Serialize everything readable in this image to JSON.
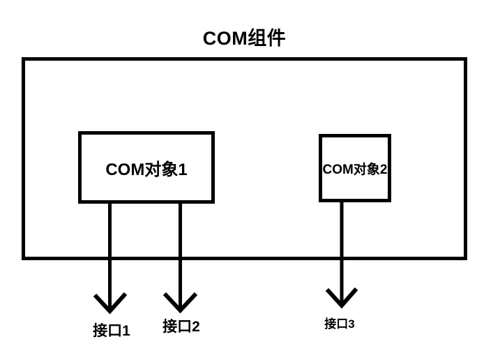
{
  "diagram": {
    "title": "COM组件",
    "objects": [
      {
        "label": "COM对象1"
      },
      {
        "label": "COM对象2"
      }
    ],
    "interfaces": [
      {
        "label": "接口1"
      },
      {
        "label": "接口2"
      },
      {
        "label": "接口3"
      }
    ],
    "colors": {
      "stroke": "#000000",
      "background": "#ffffff"
    }
  }
}
